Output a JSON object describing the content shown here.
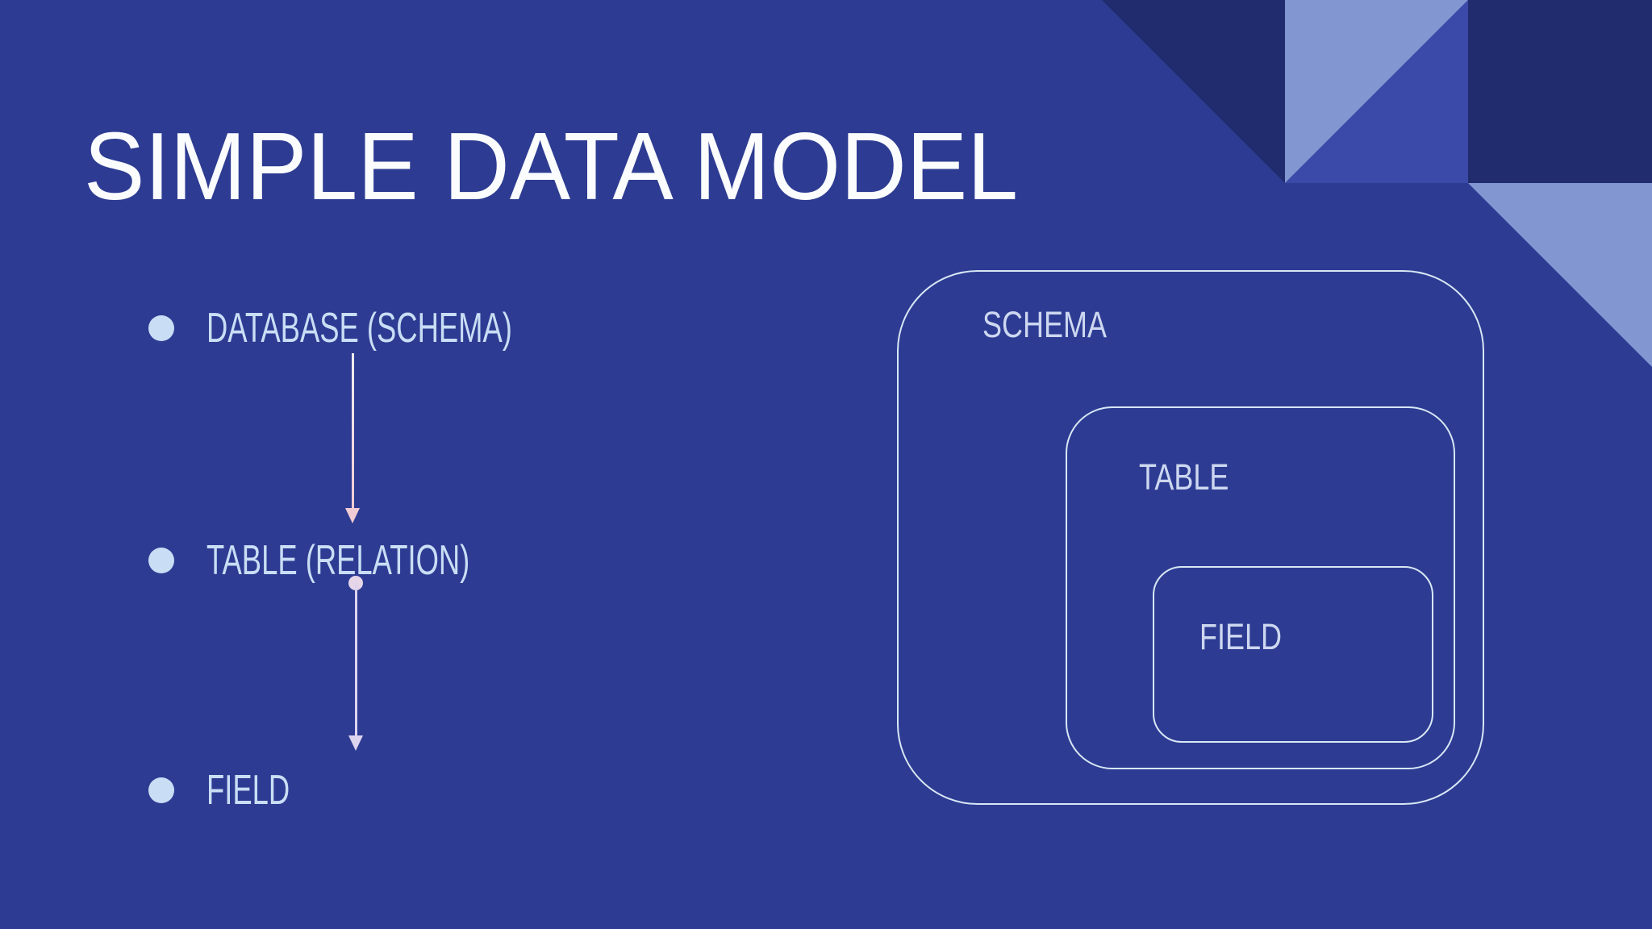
{
  "title": "SIMPLE DATA MODEL",
  "list": {
    "items": [
      {
        "label": "DATABASE (SCHEMA)"
      },
      {
        "label": "TABLE (RELATION)"
      },
      {
        "label": "FIELD"
      }
    ]
  },
  "diagram": {
    "outer_label": "SCHEMA",
    "middle_label": "TABLE",
    "inner_label": "FIELD"
  },
  "colors": {
    "background": "#2d3c92",
    "title_text": "#fbfcfe",
    "list_text": "#c9def5",
    "bullet_fill": "#c9def5",
    "arrow_pink": "#f2ccd4",
    "arrow_lavender": "#dcd3ee",
    "connector_dot": "#e6d6e8",
    "box_border": "#d8e7f5",
    "box_label": "#cdd7f0",
    "decor_dark_navy": "#202c6e",
    "decor_light_blue": "#8296d1",
    "decor_medium_blue": "#3b4aa9"
  }
}
